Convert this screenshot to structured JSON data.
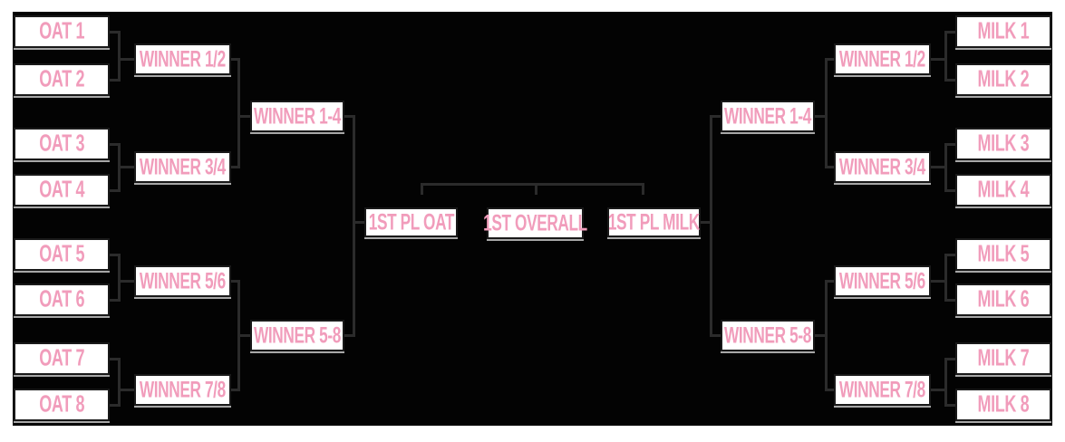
{
  "title": "OAT vs MILK tournament bracket",
  "colors": {
    "pink_text": "#F19CBB",
    "board_background": "#030303",
    "page_background": "#FFFFFF",
    "connector_line": "#2B2B2B",
    "box_border": "#191919",
    "box_fill": "#FFFFFF"
  },
  "bracket": {
    "left_round1": [
      "OAT 1",
      "OAT 2",
      "OAT 3",
      "OAT 4",
      "OAT 5",
      "OAT 6",
      "OAT 7",
      "OAT 8"
    ],
    "left_round2": [
      "WINNER 1/2",
      "WINNER 3/4",
      "WINNER 5/6",
      "WINNER 7/8"
    ],
    "left_round3": [
      "WINNER 1-4",
      "WINNER 5-8"
    ],
    "finals": {
      "left": "1ST PL OAT",
      "center": "1ST OVERALL",
      "right": "1ST PL MILK"
    },
    "right_round3": [
      "WINNER 1-4",
      "WINNER 5-8"
    ],
    "right_round2": [
      "WINNER 1/2",
      "WINNER 3/4",
      "WINNER 5/6",
      "WINNER 7/8"
    ],
    "right_round1": [
      "MILK 1",
      "MILK 2",
      "MILK 3",
      "MILK 4",
      "MILK 5",
      "MILK 6",
      "MILK 7",
      "MILK 8"
    ]
  }
}
